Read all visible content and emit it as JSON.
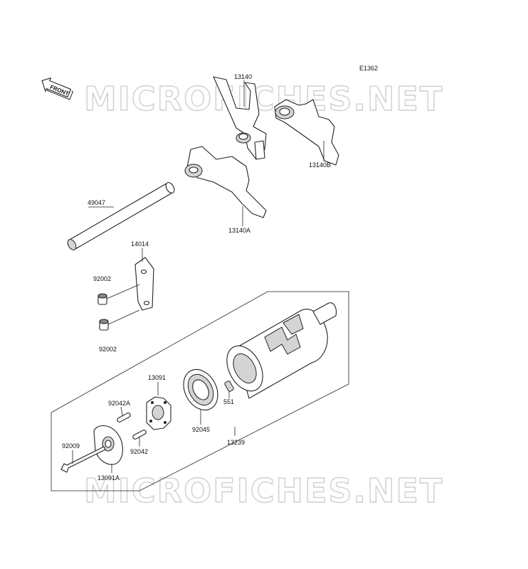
{
  "diagram_code": "E1362",
  "watermark_text": "MICROFICHES.NET",
  "front_indicator": "FRONT",
  "parts": {
    "fork_13140": "13140",
    "fork_13140B": "13140B",
    "fork_13140A": "13140A",
    "shaft_49047": "49047",
    "plate_14014": "14014",
    "bolt_92002_top": "92002",
    "bolt_92002_bottom": "92002",
    "cam_13091": "13091",
    "pin_92042A": "92042A",
    "pin_92042": "92042",
    "bearing_92045": "92045",
    "pin_551": "551",
    "drum_assy_13239": "13239",
    "screw_92009": "92009",
    "cam_plate_13091A": "13091A"
  },
  "colors": {
    "line": "#222222",
    "watermark": "#cfcfcf",
    "shade": "#d4d4d4"
  }
}
